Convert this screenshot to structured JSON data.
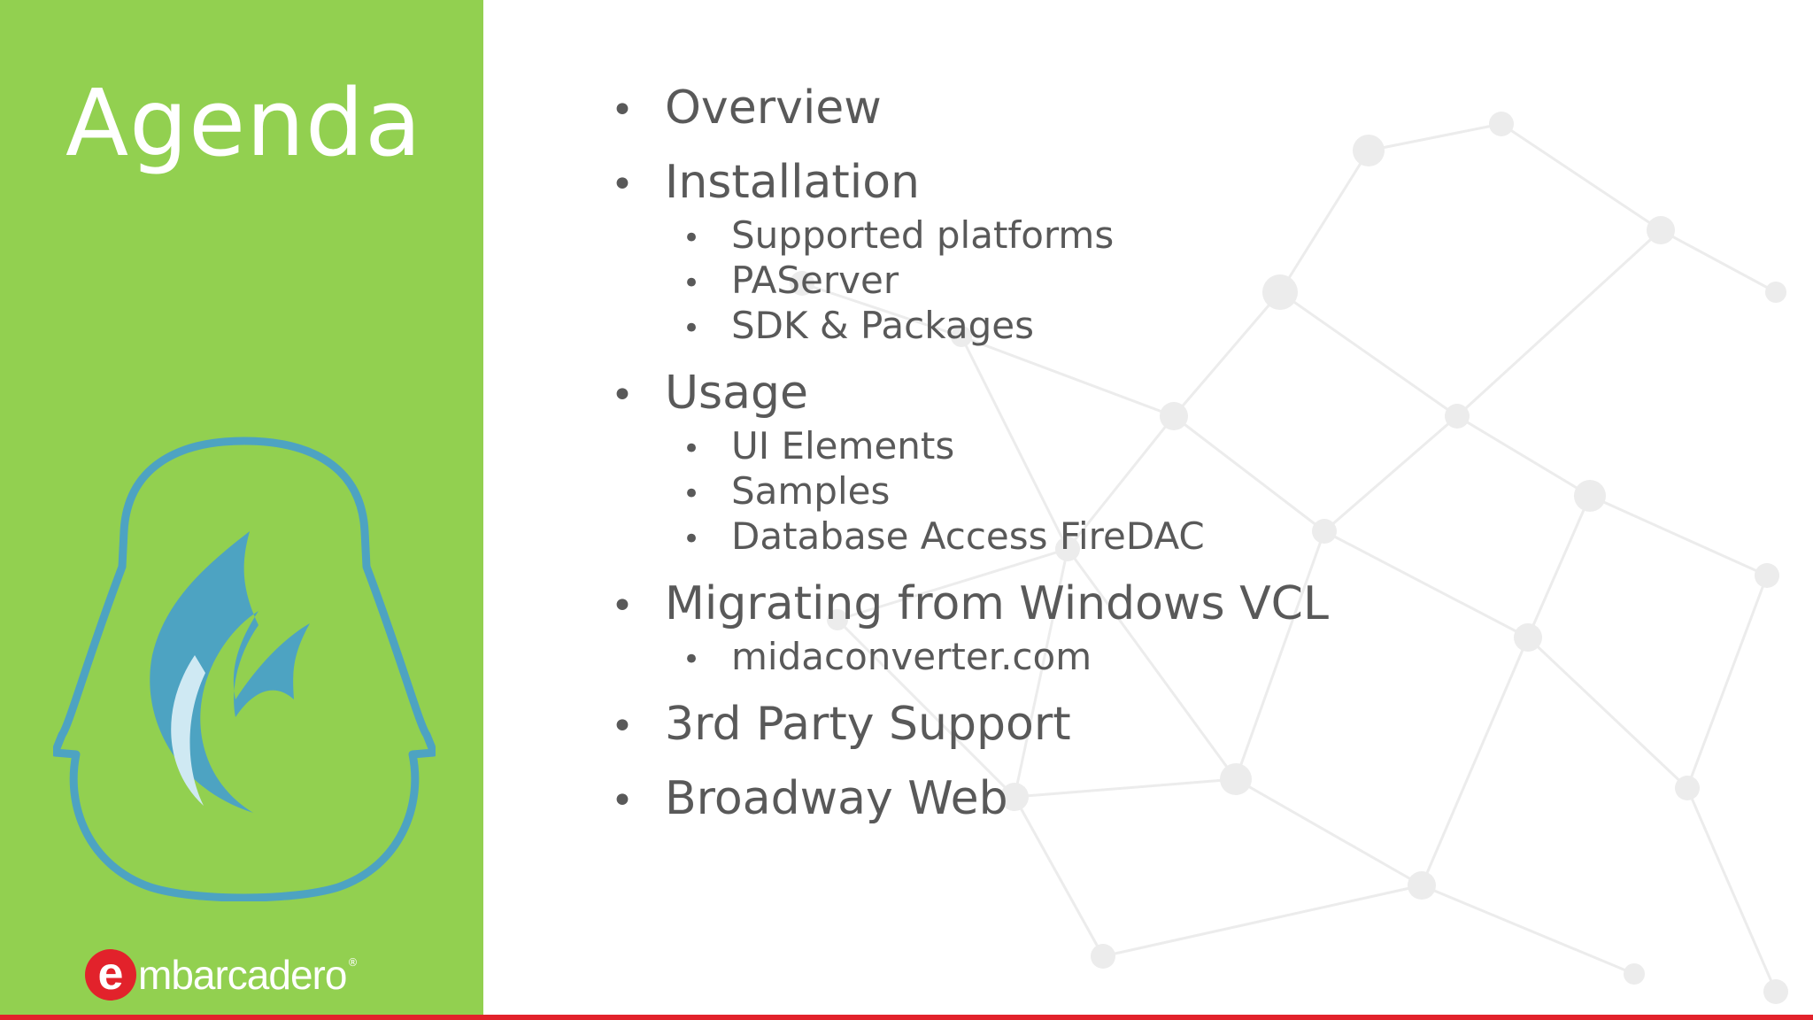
{
  "slide": {
    "title": "Agenda",
    "brand": {
      "initial": "e",
      "rest": "mbarcadero",
      "registered": "®"
    },
    "bullet_glyph": "•",
    "colors": {
      "panel": "#92d050",
      "accent_red": "#e2222b",
      "text": "#595959",
      "logo_blue": "#4da3c2"
    },
    "agenda": [
      {
        "text": "Overview",
        "subitems": []
      },
      {
        "text": "Installation",
        "subitems": [
          "Supported platforms",
          "PAServer",
          "SDK & Packages"
        ]
      },
      {
        "text": "Usage",
        "subitems": [
          "UI Elements",
          "Samples",
          "Database Access FireDAC"
        ]
      },
      {
        "text": "Migrating from Windows VCL",
        "subitems": [
          "midaconverter.com"
        ]
      },
      {
        "text": "3rd Party Support",
        "subitems": []
      },
      {
        "text": "Broadway Web",
        "subitems": []
      }
    ]
  }
}
